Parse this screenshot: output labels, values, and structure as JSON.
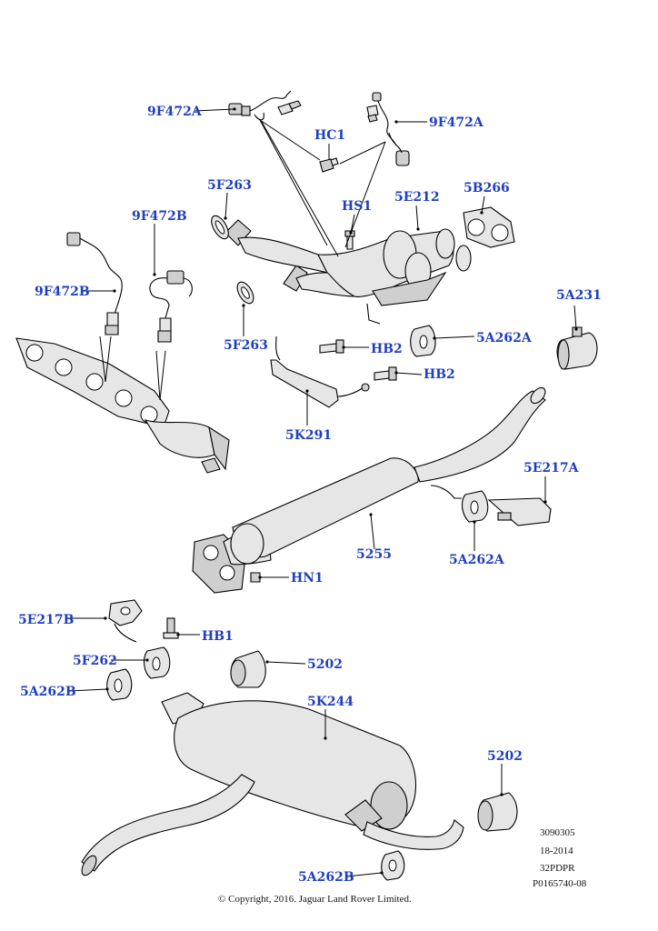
{
  "labels": {
    "top_sensor_left": "9F472A",
    "top_sensor_right": "9F472A",
    "hc1": "HC1",
    "hs1": "HS1",
    "gasket_top": "5F263",
    "gasket_bottom": "5F263",
    "cat_converter": "5E212",
    "gasket_5b266": "5B266",
    "left_sensor_upper": "9F472B",
    "left_sensor_lower": "9F472B",
    "resonator_5a231": "5A231",
    "mount_5a262a_top": "5A262A",
    "hb2_upper": "HB2",
    "hb2_lower": "HB2",
    "bracket_5k291": "5K291",
    "bracket_5e217a": "5E217A",
    "intermediate_pipe": "5255",
    "mount_5a262a_mid": "5A262A",
    "hn1": "HN1",
    "bracket_5e217b": "5E217B",
    "hb1": "HB1",
    "clamp_5f262": "5F262",
    "mount_5a262b_left": "5A262B",
    "clamp_5202_top": "5202",
    "rear_muffler": "5K244",
    "clamp_5202_right": "5202",
    "mount_5a262b_bottom": "5A262B"
  },
  "reference": {
    "line1": "3090305",
    "line2": "18-2014",
    "line3": "32PDPR",
    "line4": "P0165740-08"
  },
  "copyright": "© Copyright, 2016. Jaguar Land Rover Limited."
}
